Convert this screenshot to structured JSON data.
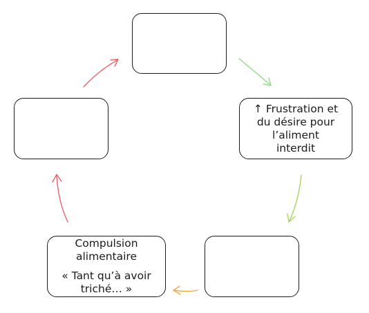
{
  "cycle": {
    "nodes": [
      {
        "id": "top",
        "lines": []
      },
      {
        "id": "right",
        "lines": [
          "↑ Frustration et",
          "du désire pour",
          "l’aliment",
          "interdit"
        ]
      },
      {
        "id": "bottom-right",
        "lines": []
      },
      {
        "id": "bottom-left",
        "lines": [
          "Compulsion",
          "alimentaire"
        ],
        "quote_lines": [
          "« Tant qu’à avoir",
          "triché… »"
        ]
      },
      {
        "id": "left",
        "lines": []
      }
    ],
    "arrows": [
      {
        "id": "top-to-right",
        "color": "#8fdc8a"
      },
      {
        "id": "right-to-bottom-right",
        "color": "#a6d65a"
      },
      {
        "id": "bottom-right-to-bottom-left",
        "color": "#f2a63c"
      },
      {
        "id": "bottom-left-to-left",
        "color": "#e8636a"
      },
      {
        "id": "left-to-top",
        "color": "#e8636a"
      }
    ]
  }
}
